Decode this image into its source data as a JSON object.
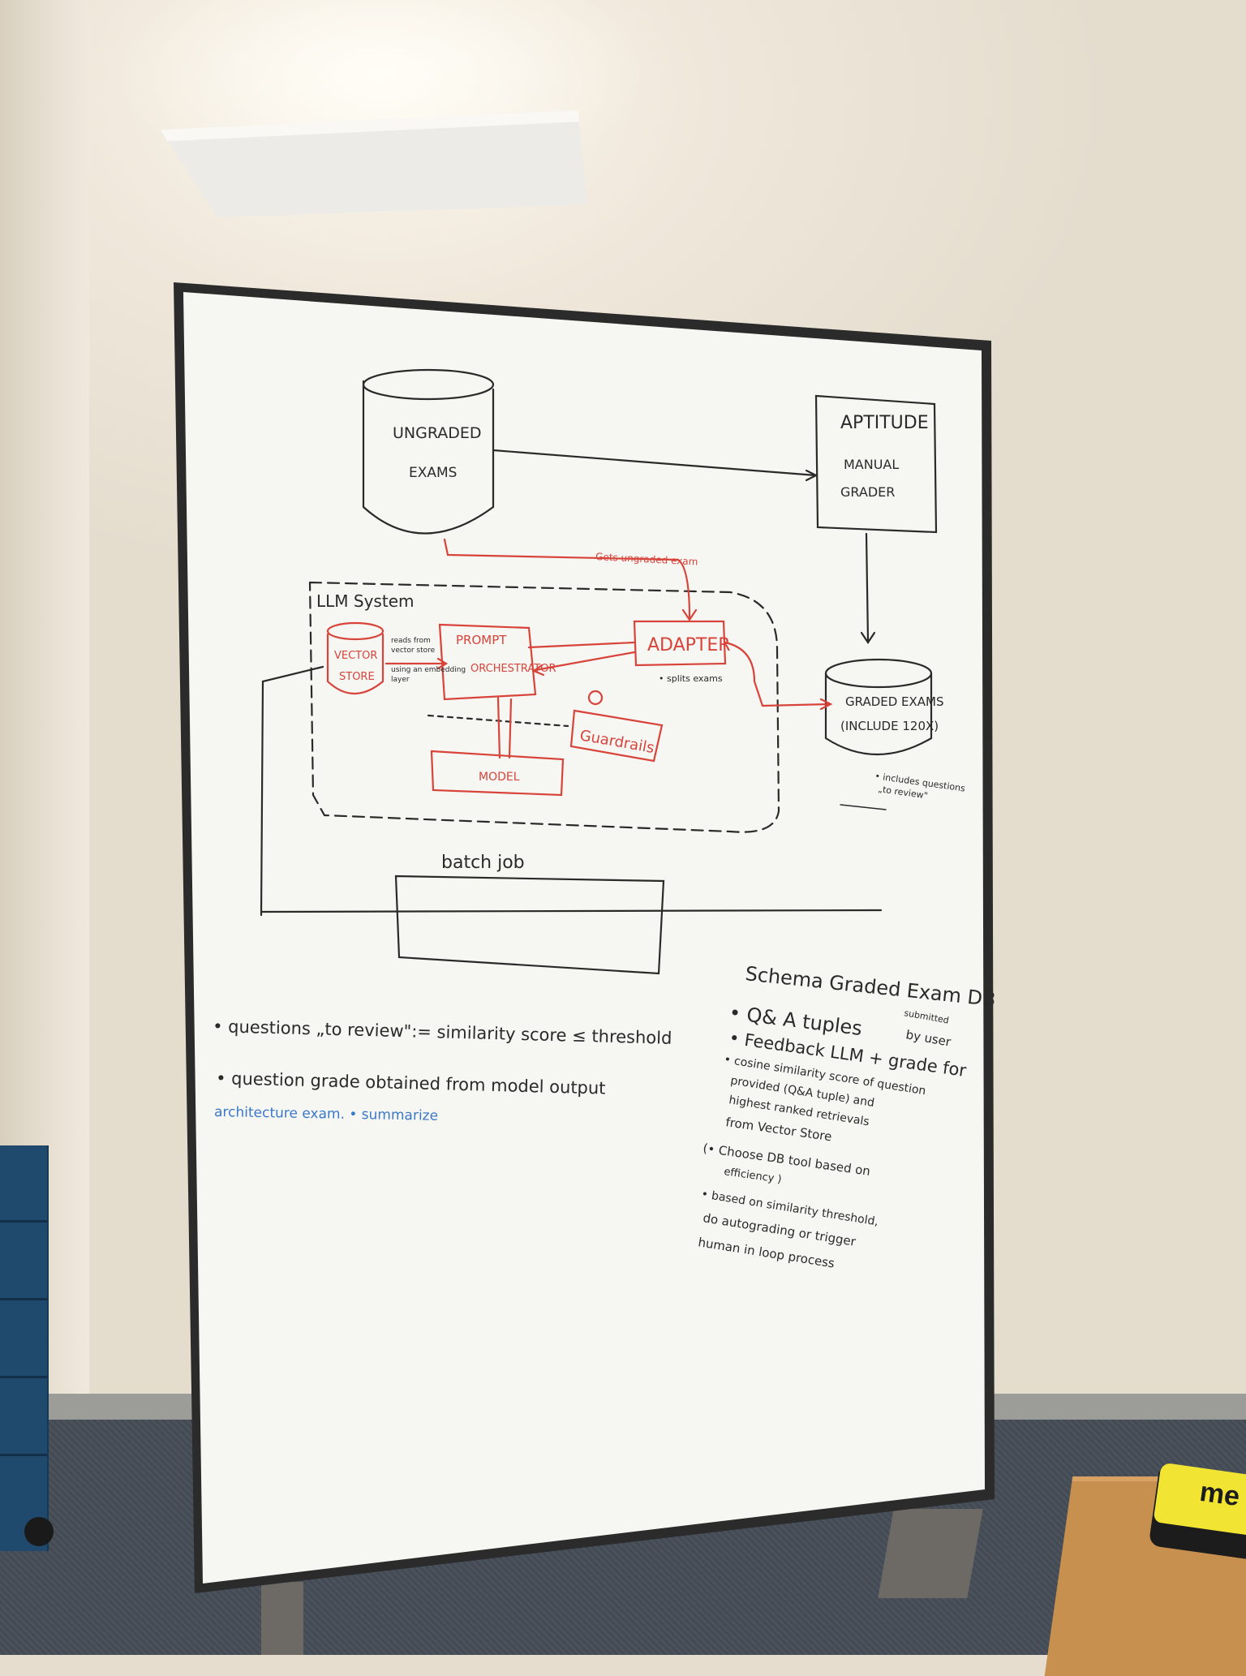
{
  "whiteboard": {
    "diagram": {
      "ungraded_exams": [
        "UNGRADED",
        "EXAMS"
      ],
      "aptitude_grader": [
        "APTITUDE",
        "MANUAL",
        "GRADER"
      ],
      "gets_ungraded_exam": "Gets ungraded exam",
      "llm_system": "LLM System",
      "vector_store": [
        "VECTOR",
        "STORE"
      ],
      "reads_note": [
        "reads from",
        "vector store",
        "using an embedding",
        "layer"
      ],
      "prompt_orchestrator": [
        "PROMPT",
        "ORCHESTRATOR"
      ],
      "adapter": "ADAPTER",
      "splits_exams": "• splits exams",
      "guardrails": "Guardrails",
      "model": "MODEL",
      "graded_exams": [
        "GRADED EXAMS",
        "(INCLUDE 120X)"
      ],
      "includes_note": [
        "• includes questions",
        "„to review\""
      ],
      "batch_job": "batch job"
    },
    "notes_left": {
      "bullet_1": "• questions „to review\":= similarity score ≤ threshold",
      "bullet_2": "• question grade obtained from model output",
      "blue_line": "architecture exam. • summarize"
    },
    "notes_right": {
      "title": "Schema Graded Exam DB",
      "lines": [
        "• Q& A tuples",
        "submitted",
        "by user",
        "• Feedback LLM + grade for",
        "• cosine similarity score of question",
        "provided (Q&A tuple) and",
        "highest ranked retrievals",
        "from Vector Store",
        "(• Choose DB tool based on",
        "efficiency )",
        "• based on similarity threshold,",
        "do autograding or trigger",
        "human in loop process"
      ]
    },
    "colors": {
      "black_marker": "#2a2a2a",
      "red_marker": "#d8433a",
      "blue_marker": "#3a78c8"
    }
  },
  "eraser": {
    "brand": "me"
  }
}
